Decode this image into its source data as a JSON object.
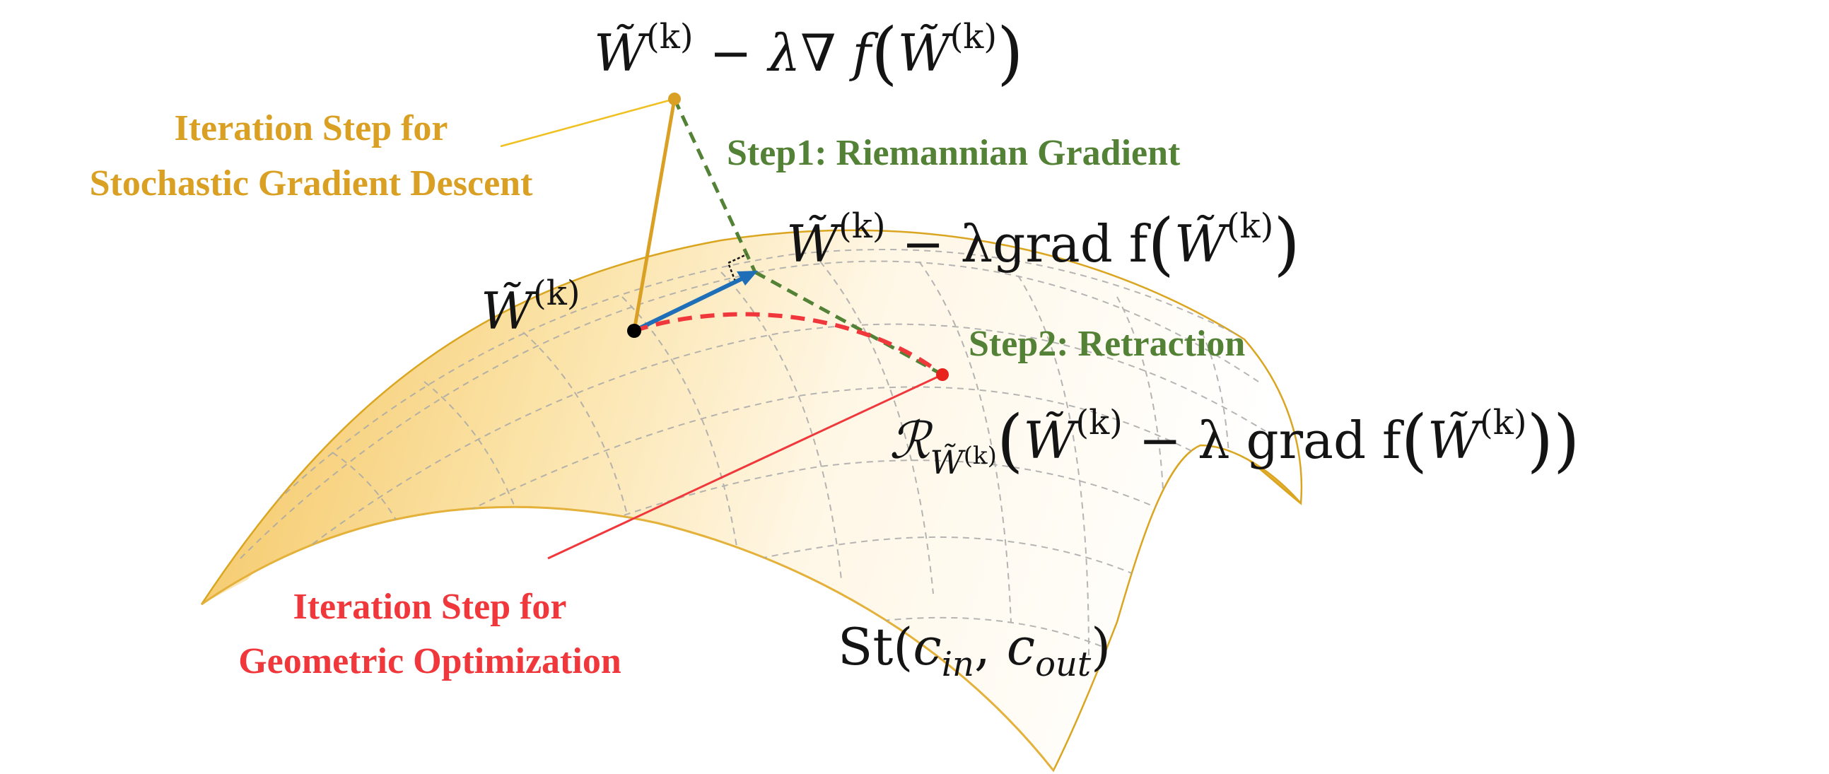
{
  "colors": {
    "surface_edge": "#DAA520",
    "surface_fill_warm": "#F6CF77",
    "surface_fill_light": "#FFFFFF",
    "sgd": "#DAA023",
    "riemannian": "#538135",
    "geometric": "#F0383C",
    "tangent": "#1F6FB8",
    "ink": "#141414"
  },
  "labels": {
    "sgd_point": [
      "W̃",
      "(k)",
      " − λ∇ f",
      "(",
      "W̃",
      "(k)",
      ")"
    ],
    "current_point": [
      "W̃",
      "(k)"
    ],
    "projected_point": [
      "W̃",
      "(k)",
      " − λgrad f",
      "(",
      "W̃",
      "(k)",
      ")"
    ],
    "retraction_point": [
      "ℛ",
      "W̃",
      "(k)",
      "(",
      "W̃",
      "(k)",
      " − λ grad f",
      "(",
      "W̃",
      "(k)",
      ")",
      ")"
    ],
    "manifold": [
      "St(",
      "c",
      "in",
      ", ",
      "c",
      "out",
      ")"
    ]
  },
  "annotations": {
    "sgd_line1": "Iteration Step for",
    "sgd_line2": "Stochastic Gradient Descent",
    "step1": "Step1: Riemannian Gradient",
    "step2": "Step2: Retraction",
    "geo_line1": "Iteration Step for",
    "geo_line2": "Geometric Optimization"
  }
}
